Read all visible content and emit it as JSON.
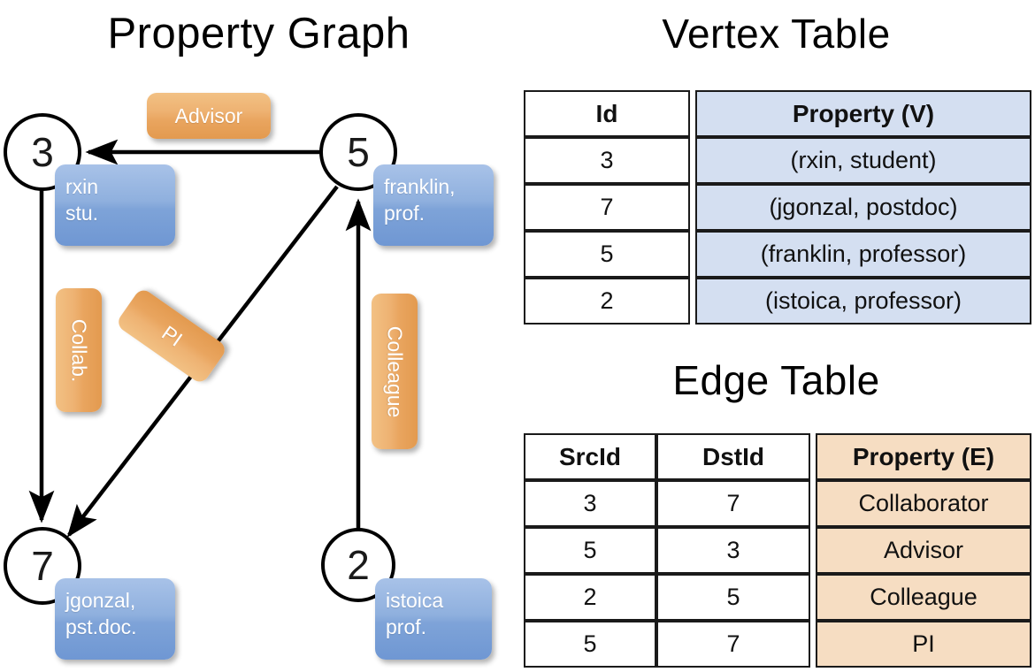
{
  "titles": {
    "property_graph": "Property Graph",
    "vertex_table": "Vertex Table",
    "edge_table": "Edge Table"
  },
  "graph": {
    "nodes": [
      {
        "id": "3",
        "label": "3",
        "property_line1": "rxin",
        "property_line2": "stu."
      },
      {
        "id": "5",
        "label": "5",
        "property_line1": "franklin,",
        "property_line2": "prof."
      },
      {
        "id": "7",
        "label": "7",
        "property_line1": "jgonzal,",
        "property_line2": "pst.doc."
      },
      {
        "id": "2",
        "label": "2",
        "property_line1": "istoica",
        "property_line2": "prof."
      }
    ],
    "edge_labels": {
      "advisor": "Advisor",
      "collab": "Collab.",
      "pi": "PI",
      "colleague": "Colleague"
    }
  },
  "vertex_table": {
    "headers": [
      "Id",
      "Property (V)"
    ],
    "rows": [
      {
        "id": "3",
        "property": "(rxin, student)"
      },
      {
        "id": "7",
        "property": "(jgonzal, postdoc)"
      },
      {
        "id": "5",
        "property": "(franklin, professor)"
      },
      {
        "id": "2",
        "property": "(istoica, professor)"
      }
    ]
  },
  "edge_table": {
    "headers": [
      "SrcId",
      "DstId",
      "Property (E)"
    ],
    "rows": [
      {
        "src": "3",
        "dst": "7",
        "property": "Collaborator"
      },
      {
        "src": "5",
        "dst": "3",
        "property": "Advisor"
      },
      {
        "src": "2",
        "dst": "5",
        "property": "Colleague"
      },
      {
        "src": "5",
        "dst": "7",
        "property": "PI"
      }
    ]
  },
  "colors": {
    "vertex_property_fill": "#d4dff1",
    "edge_property_fill": "#f6ddc2",
    "node_property_box": "#8fb0de",
    "edge_label_box": "#eeb272",
    "border": "#1a1a1a",
    "background": "#ffffff"
  }
}
